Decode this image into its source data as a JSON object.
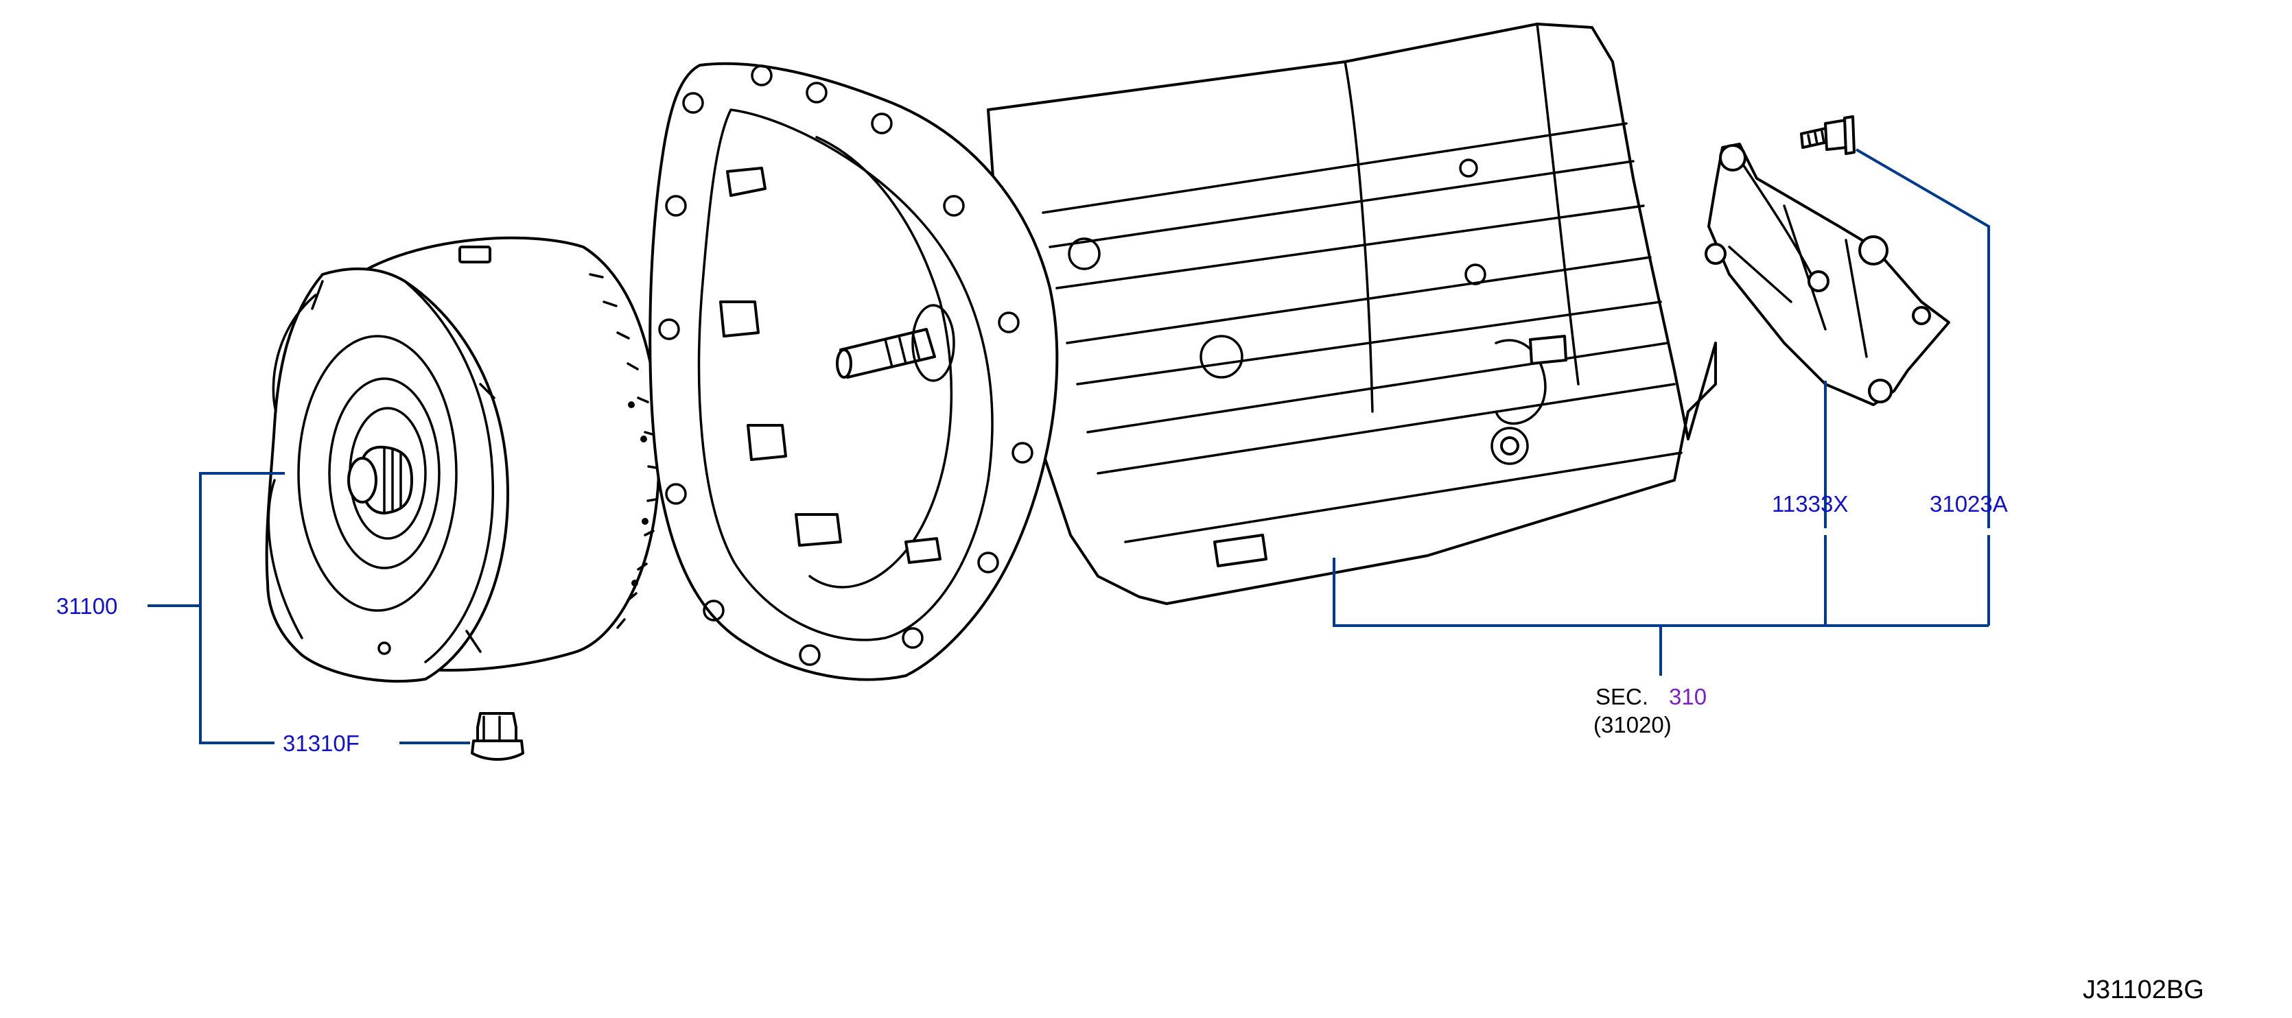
{
  "colors": {
    "line_art": "#000000",
    "leader_lines": "#003a8c",
    "part_number": "#1010d0",
    "section_number": "#7a20c8"
  },
  "callouts": {
    "torque_converter": "31100",
    "drain_plug": "31310F",
    "mount_bracket": "11333X",
    "bolt": "31023A",
    "section_prefix": "SEC.",
    "section_number": "310",
    "section_ref": "(31020)"
  },
  "diagram_code": "J31102BG"
}
